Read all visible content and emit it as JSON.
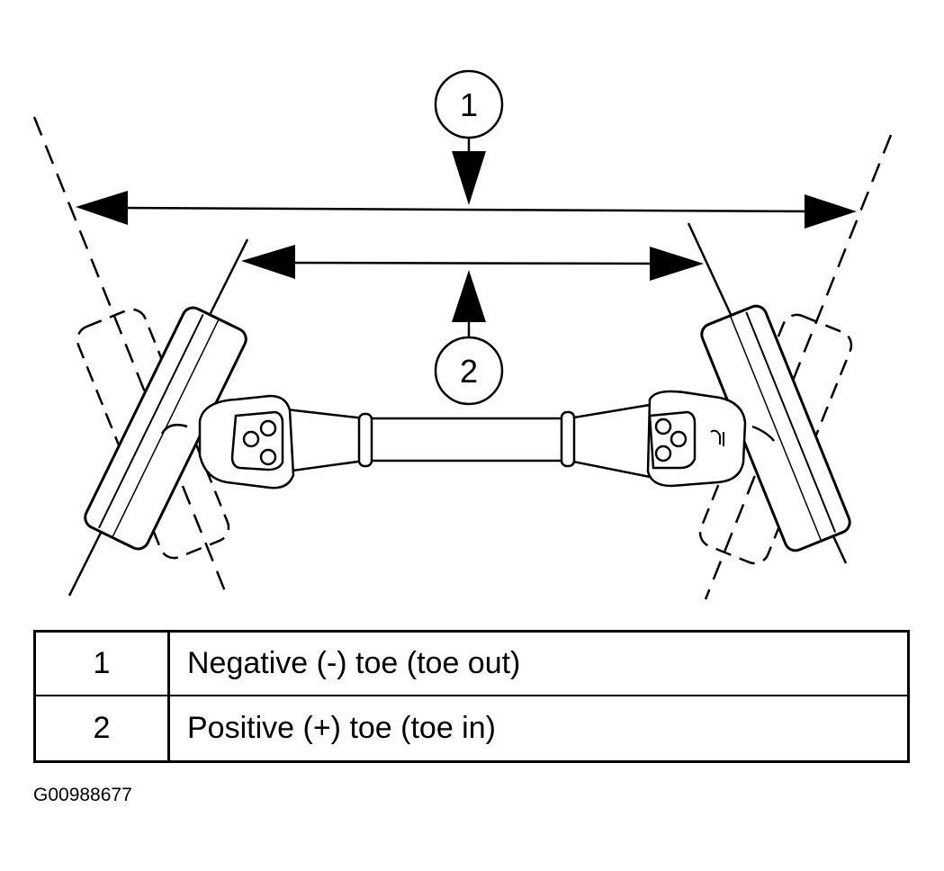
{
  "diagram": {
    "callouts": [
      {
        "number": "1"
      },
      {
        "number": "2"
      }
    ]
  },
  "legend": {
    "rows": [
      {
        "number": "1",
        "description": "Negative (-) toe (toe out)"
      },
      {
        "number": "2",
        "description": "Positive (+) toe (toe in)"
      }
    ]
  },
  "figure_id": "G00988677"
}
